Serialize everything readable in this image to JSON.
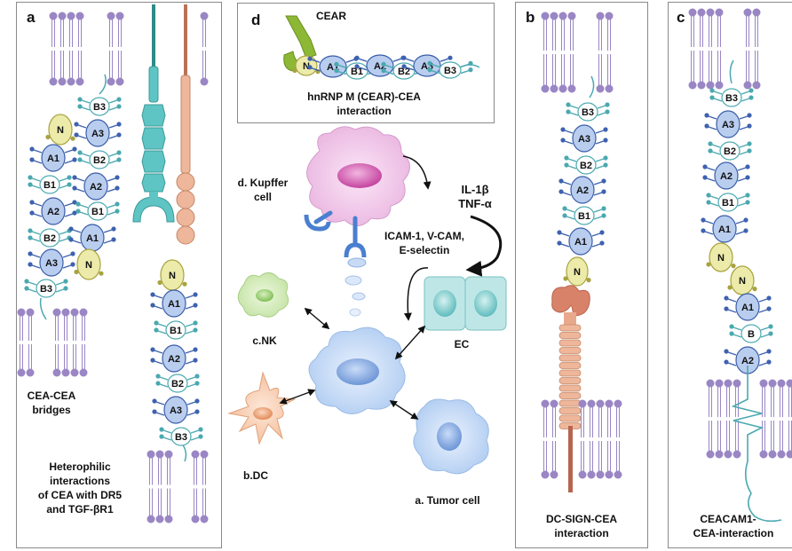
{
  "panels": {
    "a": {
      "letter": "a",
      "bridge_caption_1": "CEA-CEA",
      "bridge_caption_2": "bridges",
      "hetero_caption_1": "Heterophilic",
      "hetero_caption_2": "interactions",
      "hetero_caption_3": "of CEA with DR5",
      "hetero_caption_4": "and TGF-βR1"
    },
    "b": {
      "letter": "b",
      "caption_1": "DC-SIGN-CEA",
      "caption_2": "interaction"
    },
    "c": {
      "letter": "c",
      "caption_1": "CEACAM1-",
      "caption_2": "CEA-interaction"
    },
    "d": {
      "letter": "d",
      "receptor_label": "CEAR",
      "caption_1": "hnRNP M (CEAR)-CEA",
      "caption_2": "interaction"
    }
  },
  "domains": {
    "n": "N",
    "a1": "A1",
    "b1": "B1",
    "a2": "A2",
    "b2": "B2",
    "a3": "A3",
    "b3": "B3",
    "b": "B"
  },
  "center": {
    "kupffer_1": "d. Kupffer",
    "kupffer_2": "cell",
    "cytokine_1": "IL-1β",
    "cytokine_2": "TNF-α",
    "adhesion_1": "ICAM-1, V-CAM,",
    "adhesion_2": "E-selectin",
    "nk": "c.NK",
    "ec": "EC",
    "dc": "b.DC",
    "tumor": "a. Tumor cell"
  },
  "colors": {
    "domain_fill": "#b9cdef",
    "domain_stroke": "#3a5da8",
    "n_fill": "#ecebaa",
    "n_stroke": "#a8a340",
    "membrane": "#9a86c4",
    "glycan_blue": "#3e62b0",
    "glycan_teal": "#4aa9b0",
    "teal_receptor": "#5ec4c4",
    "salmon_receptor": "#eeb69a",
    "cear_green": "#8db836",
    "kupffer": "#f1c9e9",
    "nk": "#cfe8b3",
    "dc": "#f7c9aa",
    "tumor": "#c7dbf5",
    "ec": "#bfe6e6"
  }
}
